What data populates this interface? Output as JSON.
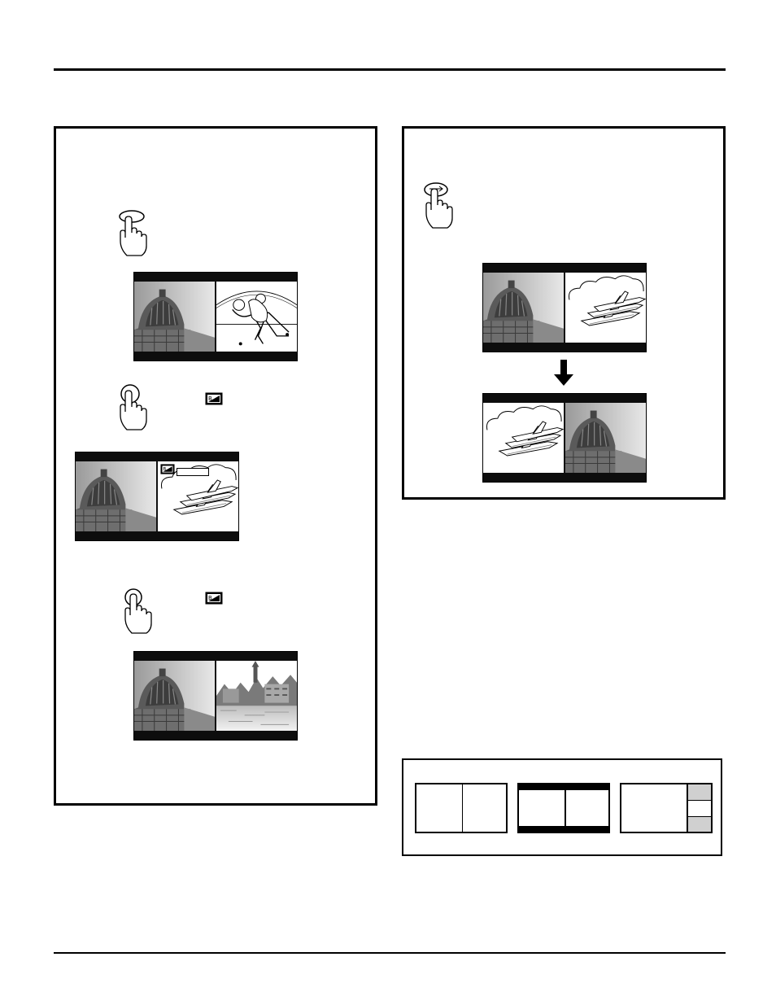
{
  "page": {
    "header_rule": "",
    "footer_rule": ""
  },
  "left_panel": {
    "steps": [
      {
        "button_icon": "oval-button-press-icon",
        "screen_left": "florence-dome-image",
        "screen_right": "football-players-image"
      },
      {
        "button_icon": "round-button-press-icon",
        "indicator_icon": "picture-source-icon",
        "screen_left": "florence-dome-image",
        "screen_right": "jet-planes-image"
      },
      {
        "button_icon": "round-button-press-icon",
        "indicator_icon": "picture-source-icon",
        "screen_left": "florence-dome-image",
        "screen_right": "canal-town-image"
      }
    ]
  },
  "right_panel": {
    "button_icon": "swap-button-press-icon",
    "before": {
      "screen_left": "florence-dome-image",
      "screen_right": "jet-planes-image"
    },
    "arrow_icon": "down-arrow-icon",
    "after": {
      "screen_left": "jet-planes-image",
      "screen_right": "florence-dome-image"
    }
  },
  "layouts_panel": {
    "items": [
      "split-layout",
      "letterbox-split-layout",
      "main-plus-three-layout"
    ]
  },
  "colors": {
    "ink": "#000000",
    "paper": "#ffffff",
    "bar": "#0d0d0d"
  }
}
